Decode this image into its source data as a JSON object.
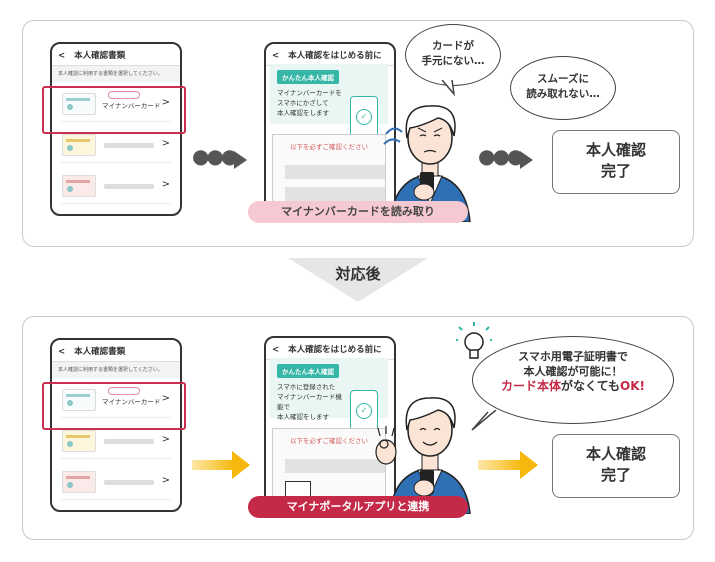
{
  "before": {
    "doc_phone": {
      "back": "<",
      "title": "本人確認書類",
      "subtitle": "本人確認に利用する書類を選択してください。",
      "item1": "マイナンバーカード",
      "chevron": ">"
    },
    "flow_phone": {
      "back": "<",
      "title": "本人確認をはじめる前に",
      "tag": "かんたん本人確認",
      "desc": [
        "マイナンバーカードを",
        "スマホにかざして",
        "本人確認をします"
      ],
      "notice": "以下を必ずご確認ください"
    },
    "pill": "マイナンバーカードを読み取り",
    "bubble1": [
      "カードが",
      "手元にない…"
    ],
    "bubble2": [
      "スムーズに",
      "読み取れない…"
    ],
    "done": [
      "本人確認",
      "完了"
    ]
  },
  "divider": {
    "label": "対応後"
  },
  "after": {
    "doc_phone": {
      "back": "<",
      "title": "本人確認書類",
      "subtitle": "本人確認に利用する書類を選択してください。",
      "item1": "マイナンバーカード",
      "chevron": ">"
    },
    "flow_phone": {
      "back": "<",
      "title": "本人確認をはじめる前に",
      "tag": "かんたん本人確認",
      "desc": [
        "スマホに登録された",
        "マイナンバーカード機能で",
        "本人確認をします"
      ],
      "notice": "以下を必ずご確認ください"
    },
    "pill": "マイナポータルアプリと連携",
    "bubble": {
      "line1": "スマホ用電子証明書で",
      "line2": "本人確認が可能に！",
      "line3_red1": "カード本体",
      "line3_mid": "がなくても",
      "line3_red2": "OK!"
    },
    "done": [
      "本人確認",
      "完了"
    ]
  },
  "colors": {
    "accent_red": "#c42a47",
    "accent_pink": "#f5c9d1",
    "teal": "#35b6a7",
    "arrow_yellow": "#f6b80e"
  }
}
